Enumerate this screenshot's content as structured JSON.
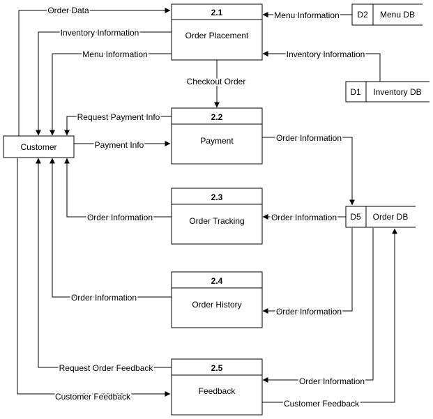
{
  "external_entity": {
    "label": "Customer"
  },
  "processes": [
    {
      "id": "2.1",
      "name": "Order Placement"
    },
    {
      "id": "2.2",
      "name": "Payment"
    },
    {
      "id": "2.3",
      "name": "Order Tracking"
    },
    {
      "id": "2.4",
      "name": "Order History"
    },
    {
      "id": "2.5",
      "name": "Feedback"
    }
  ],
  "data_stores": [
    {
      "id": "D2",
      "name": "Menu DB"
    },
    {
      "id": "D1",
      "name": "Inventory DB"
    },
    {
      "id": "D5",
      "name": "Order DB"
    }
  ],
  "flows": [
    "Order Data",
    "Inventory Information",
    "Menu Information",
    "Menu Information",
    "Inventory Information",
    "Checkout Order",
    "Request Payment Info",
    "Payment Info",
    "Order Information",
    "Order Information",
    "Order Information",
    "Order Information",
    "Order Information",
    "Request Order Feedback",
    "Order Information",
    "Customer Feedback",
    "Customer Feedback"
  ]
}
